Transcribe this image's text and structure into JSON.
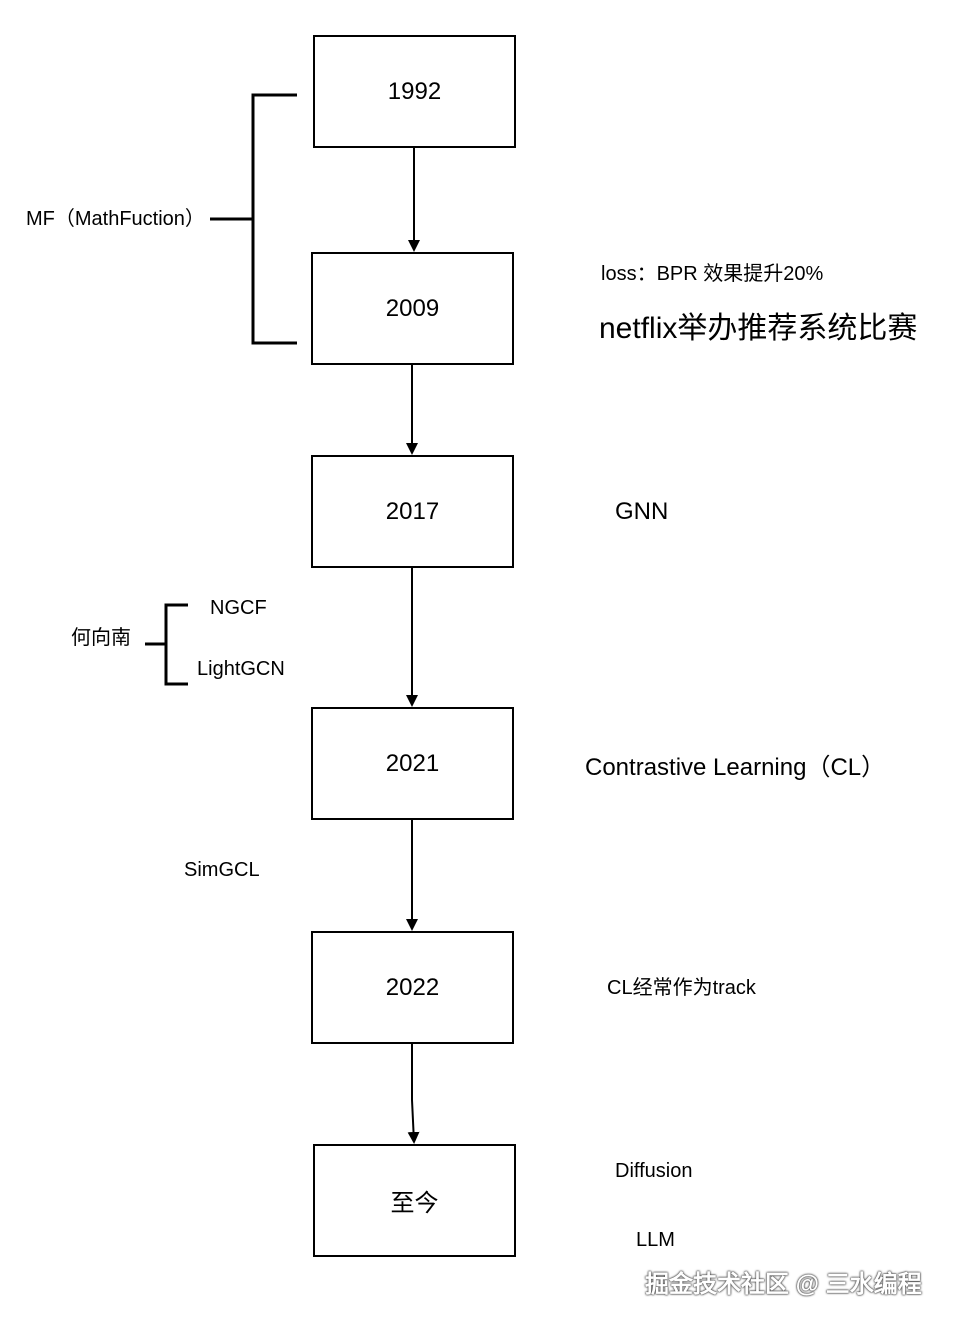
{
  "timeline": {
    "nodes": [
      "1992",
      "2009",
      "2017",
      "2021",
      "2022",
      "至今"
    ]
  },
  "annotations": {
    "mf_bracket": "MF（MathFuction）",
    "loss_bpr": "loss：BPR  效果提升20%",
    "netflix": "netflix举办推荐系统比赛",
    "gnn": "GNN",
    "he_xiangnan": "何向南",
    "ngcf": "NGCF",
    "lightgcn": "LightGCN",
    "contrastive": "Contrastive Learning（CL）",
    "simgcl": "SimGCL",
    "cl_track": "CL经常作为track",
    "diffusion": "Diffusion",
    "llm": "LLM"
  },
  "watermark": "掘金技术社区 @ 三水编程"
}
